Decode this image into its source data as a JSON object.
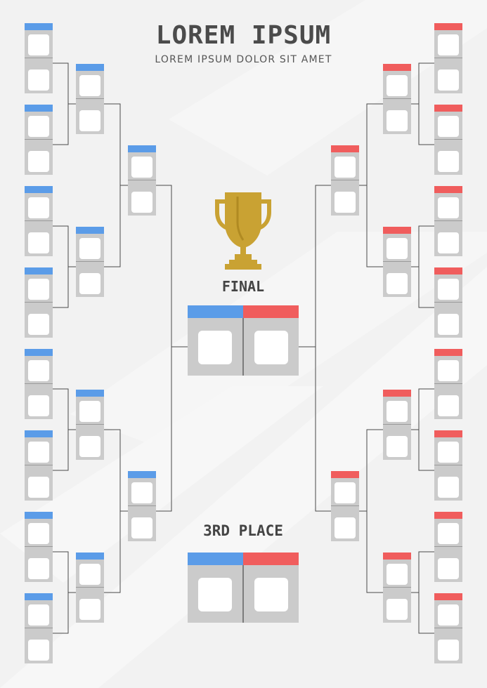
{
  "header": {
    "title": "LOREM IPSUM",
    "subtitle": "LOREM IPSUM DOLOR SIT AMET"
  },
  "final": {
    "label": "FINAL"
  },
  "third_place": {
    "label": "3RD PLACE"
  },
  "colors": {
    "background": "#f2f2f2",
    "card": "#cbcbcb",
    "slot": "#ffffff",
    "left_team": "#5b9ce8",
    "right_team": "#f05d5d",
    "trophy": "#c9a233",
    "connector": "#4a4a4a"
  },
  "bracket": {
    "teams_per_side": 16,
    "left_side_color": "blue",
    "right_side_color": "red"
  }
}
